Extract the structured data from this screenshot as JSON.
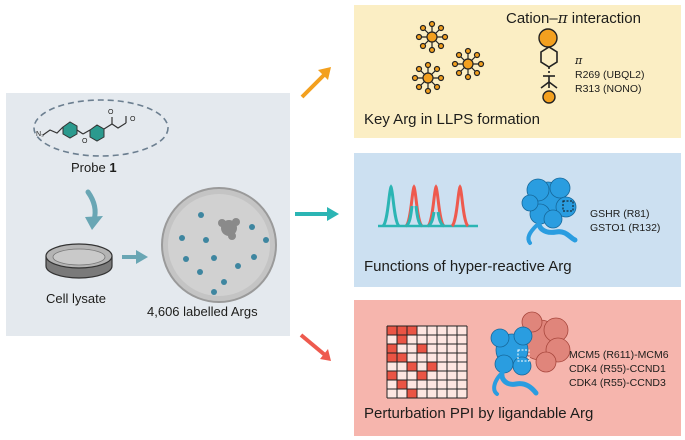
{
  "left_panel": {
    "probe_label": "Probe",
    "probe_number": "1",
    "azide_label": "N₃",
    "cell_lysate": "Cell lysate",
    "labelled_args": "4,606 labelled Args"
  },
  "top_panel": {
    "title_prefix": "Cation–",
    "title_symbol": "π",
    "title_suffix": " interaction",
    "pi_label": "π",
    "residues": [
      "R269 (UBQL2)",
      "R313 (NONO)"
    ],
    "caption": "Key Arg in LLPS formation"
  },
  "mid_panel": {
    "residues": [
      "GSHR (R81)",
      "GSTO1 (R132)"
    ],
    "caption": "Functions of hyper-reactive Arg"
  },
  "bot_panel": {
    "residues": [
      "MCM5 (R611)-MCM6",
      "CDK4 (R55)-CCND1",
      "CDK4 (R55)-CCND3"
    ],
    "caption": "Perturbation PPI by ligandable Arg"
  },
  "colors": {
    "orange": "#f3a01f",
    "teal": "#2bb5b4",
    "red": "#ee5a4e",
    "blue_protein": "#2a9de0"
  }
}
